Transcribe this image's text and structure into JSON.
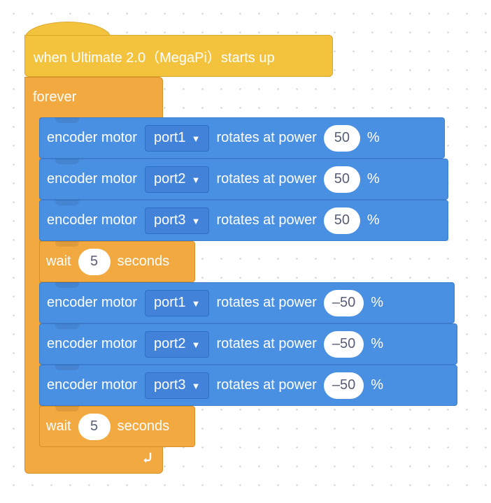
{
  "event_block": {
    "label": "when Ultimate 2.0（MegaPi）starts up"
  },
  "forever_block": {
    "label": "forever",
    "loop_icon": "loop-arrow-icon"
  },
  "blocks": [
    {
      "type": "motor",
      "prefix": "encoder motor",
      "port": "port1",
      "middle": "rotates at power",
      "power": "50",
      "suffix": "%"
    },
    {
      "type": "motor",
      "prefix": "encoder motor",
      "port": "port2",
      "middle": "rotates at power",
      "power": "50",
      "suffix": "%"
    },
    {
      "type": "motor",
      "prefix": "encoder motor",
      "port": "port3",
      "middle": "rotates at power",
      "power": "50",
      "suffix": "%"
    },
    {
      "type": "wait",
      "prefix": "wait",
      "value": "5",
      "suffix": "seconds"
    },
    {
      "type": "motor",
      "prefix": "encoder motor",
      "port": "port1",
      "middle": "rotates at power",
      "power": "–50",
      "suffix": "%"
    },
    {
      "type": "motor",
      "prefix": "encoder motor",
      "port": "port2",
      "middle": "rotates at power",
      "power": "–50",
      "suffix": "%"
    },
    {
      "type": "motor",
      "prefix": "encoder motor",
      "port": "port3",
      "middle": "rotates at power",
      "power": "–50",
      "suffix": "%"
    },
    {
      "type": "wait",
      "prefix": "wait",
      "value": "5",
      "suffix": "seconds"
    }
  ],
  "colors": {
    "event": "#f4c33d",
    "control": "#f2a940",
    "motion": "#4a90e2",
    "workspace_dots": "#c9ccd3"
  }
}
